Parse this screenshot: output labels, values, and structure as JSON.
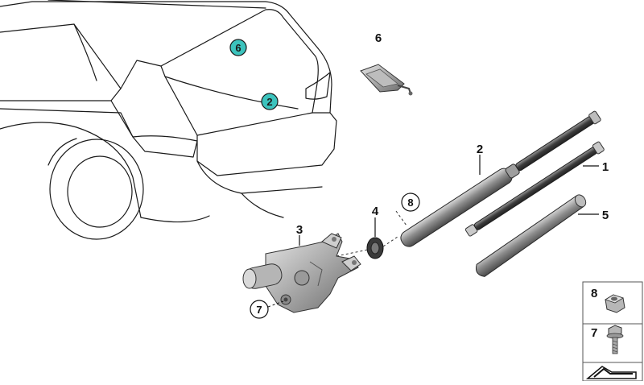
{
  "callouts": {
    "car_6": "6",
    "car_2": "2",
    "part_6": "6",
    "part_2": "2",
    "part_1": "1",
    "part_5": "5",
    "part_3": "3",
    "part_4": "4",
    "part_8": "8",
    "part_7": "7"
  },
  "legend": {
    "items": [
      {
        "number": "8",
        "icon": "hex-nut-icon"
      },
      {
        "number": "7",
        "icon": "hex-bolt-icon"
      },
      {
        "number": "",
        "icon": "orientation-arrow-icon"
      }
    ]
  },
  "colors": {
    "teal_badge": "#3cc3bd",
    "outline": "#1a1a1a",
    "part_dark": "#4d4d4d",
    "part_mid": "#8a8a8a",
    "part_light": "#c9c9c9"
  }
}
